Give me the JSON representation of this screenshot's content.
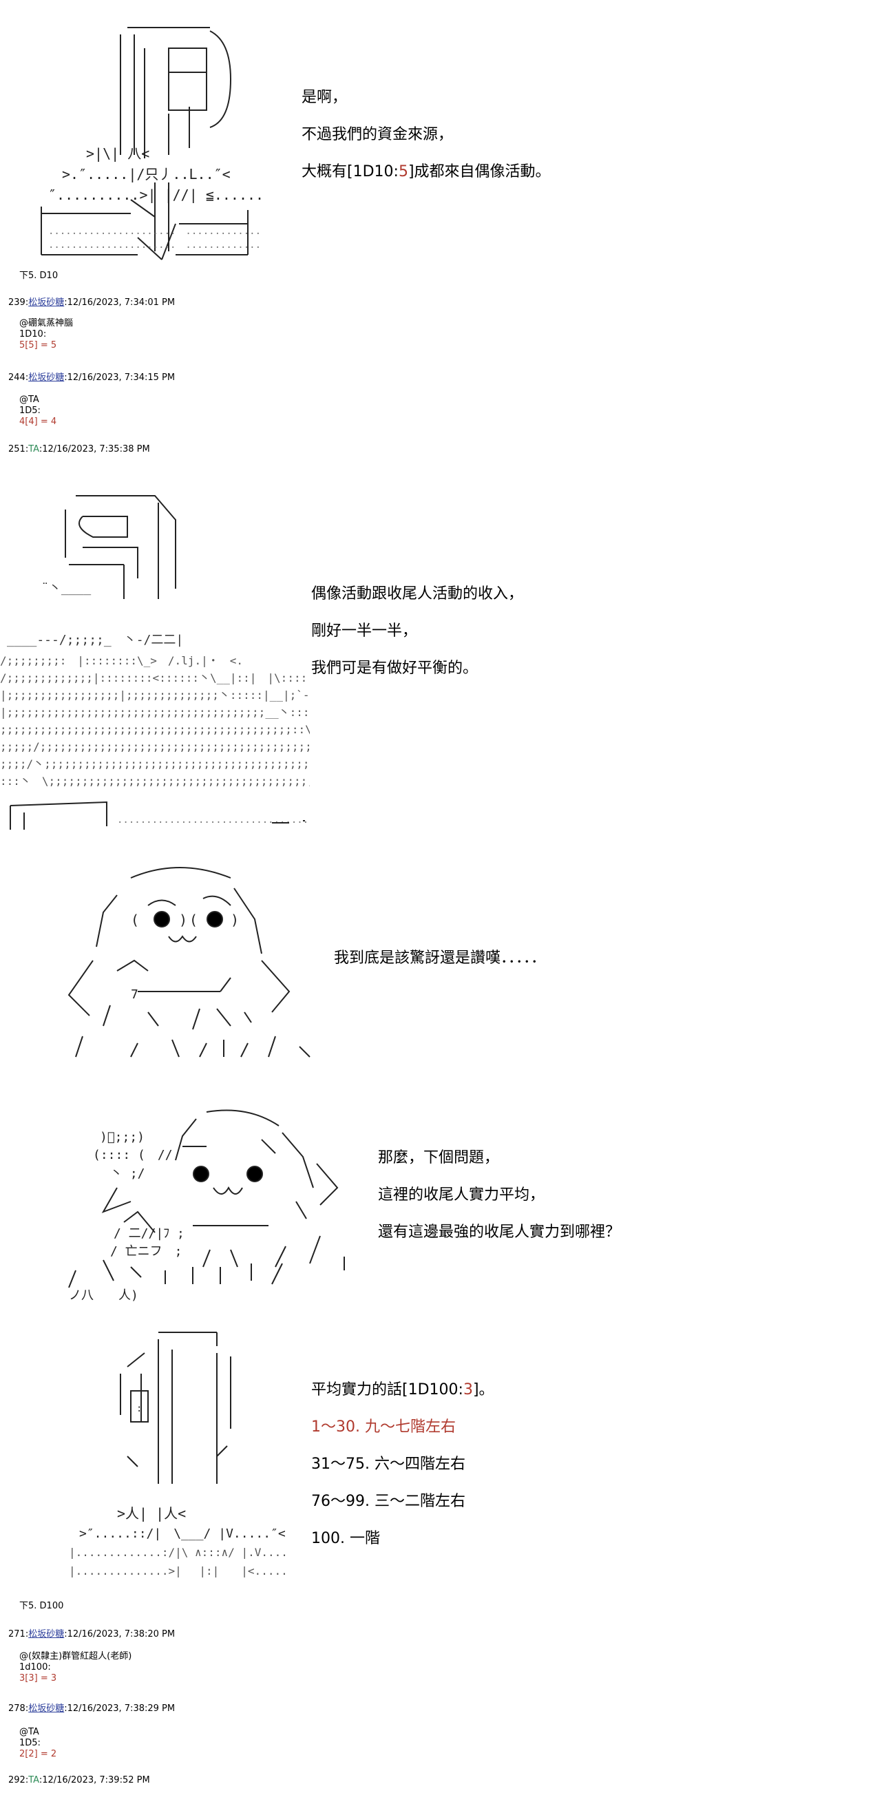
{
  "panel1": {
    "lines": [
      "是啊，",
      "不過我們的資金來源，"
    ],
    "line3": {
      "prefix": "大概有[1D10:",
      "roll": "5",
      "suffix": "]成都來自偶像活動。"
    },
    "caption": "下5. D10"
  },
  "post239": {
    "num": "239:",
    "user": "松坂砂糖",
    "time": ":12/16/2023, 7:34:01 PM",
    "l1": "@硼氣蒸神腦",
    "l2": "1D10:",
    "roll": "5[5] = 5"
  },
  "post244": {
    "num": "244:",
    "user": "松坂砂糖",
    "time": ":12/16/2023, 7:34:15 PM",
    "l1": "@TA",
    "l2": "1D5:",
    "roll": "4[4] = 4"
  },
  "post251": {
    "num": "251:",
    "user": "TA",
    "time": ":12/16/2023, 7:35:38 PM"
  },
  "panel2": {
    "lines": [
      "偶像活動跟收尾人活動的收入，",
      "剛好一半一半，",
      "我們可是有做好平衡的。"
    ]
  },
  "panel3": {
    "lines": [
      "我到底是該驚訝還是讚嘆．．．．．"
    ]
  },
  "panel4": {
    "lines": [
      "那麼，下個問題，",
      "這裡的收尾人實力平均，",
      "還有這邊最強的收尾人實力到哪裡？"
    ]
  },
  "panel5": {
    "line1": {
      "prefix": "平均實力的話[1D100:",
      "roll": "3",
      "suffix": "]。"
    },
    "options": [
      "1～30. 九～七階左右",
      "31～75. 六～四階左右",
      "76～99. 三～二階左右",
      "100. 一階"
    ],
    "caption": "下5. D100"
  },
  "post271": {
    "num": "271:",
    "user": "松坂砂糖",
    "time": ":12/16/2023, 7:38:20 PM",
    "l1": "@(奴隸主)群管紅超人(老師)",
    "l2": "1d100:",
    "roll": "3[3] = 3"
  },
  "post278": {
    "num": "278:",
    "user": "松坂砂糖",
    "time": ":12/16/2023, 7:38:29 PM",
    "l1": "@TA",
    "l2": "1D5:",
    "roll": "2[2] = 2"
  },
  "post292": {
    "num": "292:",
    "user": "TA",
    "time": ":12/16/2023, 7:39:52 PM"
  }
}
